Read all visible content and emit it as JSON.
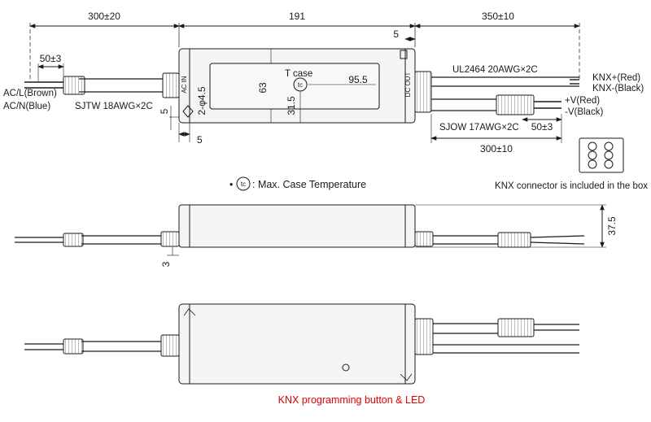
{
  "colors": {
    "ink": "#1a1a1a",
    "accent": "#e00000",
    "housing": "#f2f2f2"
  },
  "top_view": {
    "dims": {
      "input_cable_len": "300±20",
      "body_len": "191",
      "output_cable_len": "350±10",
      "strip_len": "50±3",
      "mount_offset": "5",
      "mount_offset_left": "5",
      "mount_offset_bottom": "5",
      "height": "63",
      "tcase_y": "31.5",
      "tcase_x": "95.5",
      "hole": "2-φ4.5",
      "dc_cable_len": "300±10",
      "dc_strip_len": "50±3"
    },
    "labels": {
      "ac_l": "AC/L(Brown)",
      "ac_n": "AC/N(Blue)",
      "input_cable": "SJTW 18AWG×2C",
      "knx_cable": "UL2464 20AWG×2C",
      "knx_plus": "KNX+(Red)",
      "knx_minus": "KNX-(Black)",
      "v_plus": "+V(Red)",
      "v_minus": "-V(Black)",
      "dc_cable": "SJOW 17AWG×2C",
      "tcase": "T case",
      "tc_symbol": "tc",
      "ac_in": "AC IN",
      "dc_out": "DC OUT"
    }
  },
  "legend": {
    "bullet": "•",
    "tc_symbol": "tc",
    "tc_text": ": Max. Case Temperature"
  },
  "knx_note": "KNX connector is included in the box",
  "side_view": {
    "dims": {
      "height": "37.5",
      "foot": "3"
    }
  },
  "bottom_view": {
    "caption": "KNX programming button & LED"
  }
}
